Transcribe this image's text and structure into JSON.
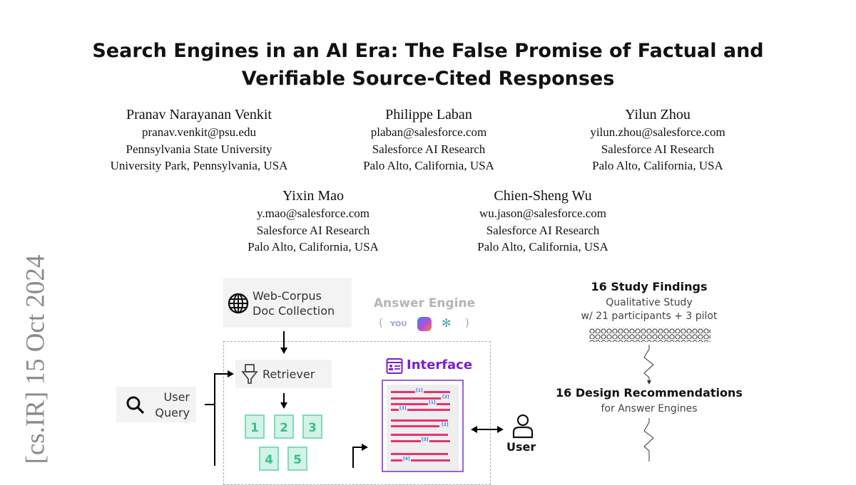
{
  "title": [
    "Search Engines in an AI Era: The False Promise of Factual and",
    "Verifiable Source-Cited Responses"
  ],
  "authors": [
    {
      "name": "Pranav Narayanan Venkit",
      "email": "pranav.venkit@psu.edu",
      "affiliation": "Pennsylvania State University",
      "location": "University Park, Pennsylvania, USA"
    },
    {
      "name": "Philippe Laban",
      "email": "plaban@salesforce.com",
      "affiliation": "Salesforce AI Research",
      "location": "Palo Alto, California, USA"
    },
    {
      "name": "Yilun Zhou",
      "email": "yilun.zhou@salesforce.com",
      "affiliation": "Salesforce AI Research",
      "location": "Palo Alto, California, USA"
    },
    {
      "name": "Yixin Mao",
      "email": "y.mao@salesforce.com",
      "affiliation": "Salesforce AI Research",
      "location": "Palo Alto, California, USA"
    },
    {
      "name": "Chien-Sheng Wu",
      "email": "wu.jason@salesforce.com",
      "affiliation": "Salesforce AI Research",
      "location": "Palo Alto, California, USA"
    }
  ],
  "arxiv_stamp": "[cs.IR]  15 Oct 2024",
  "figure": {
    "web_corpus": [
      "Web-Corpus",
      "Doc Collection"
    ],
    "answer_engine": "Answer Engine",
    "engine_logos": [
      "(",
      "YOU",
      ")"
    ],
    "retriever": "Retriever",
    "user_query": [
      "User",
      "Query"
    ],
    "docs": [
      "1",
      "2",
      "3",
      "4",
      "5"
    ],
    "interface": "Interface",
    "citations": [
      "[1]",
      "[2]",
      "[1]",
      "[3]",
      "[2]",
      "[5]",
      "[4]"
    ],
    "user": "User",
    "findings_title": "16 Study Findings",
    "findings_sub": [
      "Qualitative Study",
      "w/ 21 participants + 3 pilot"
    ],
    "recs_title": "16 Design Recommendations",
    "recs_sub": "for Answer Engines"
  },
  "colors": {
    "interface": "#7a1fd1",
    "pink": "#e8336e",
    "green": "#7fdcb8",
    "cite": "#3a7be0"
  }
}
